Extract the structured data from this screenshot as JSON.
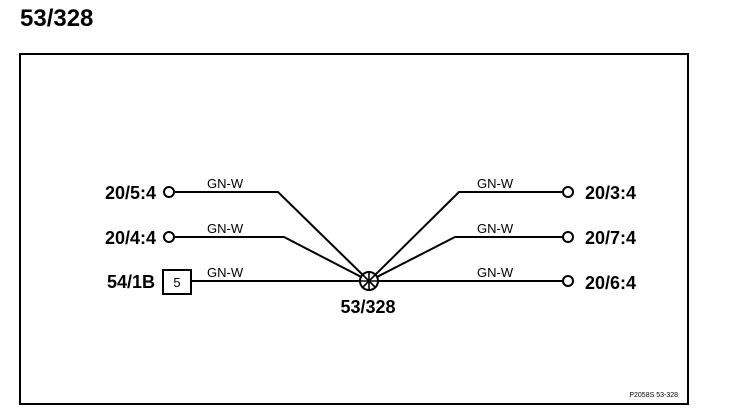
{
  "title": "53/328",
  "splice": {
    "label": "53/328"
  },
  "wire_color": "GN-W",
  "connections_left": [
    {
      "label": "20/5:4",
      "wire": "GN-W",
      "end": "terminal"
    },
    {
      "label": "20/4:4",
      "wire": "GN-W",
      "end": "terminal"
    },
    {
      "label": "54/1B",
      "wire": "GN-W",
      "end": "box",
      "box_label": "5"
    }
  ],
  "connections_right": [
    {
      "label": "20/3:4",
      "wire": "GN-W",
      "end": "terminal"
    },
    {
      "label": "20/7:4",
      "wire": "GN-W",
      "end": "terminal"
    },
    {
      "label": "20/6:4",
      "wire": "GN-W",
      "end": "terminal"
    }
  ],
  "reference": "P2058S  53-328",
  "colors": {
    "line": "#000000",
    "background": "#ffffff"
  }
}
